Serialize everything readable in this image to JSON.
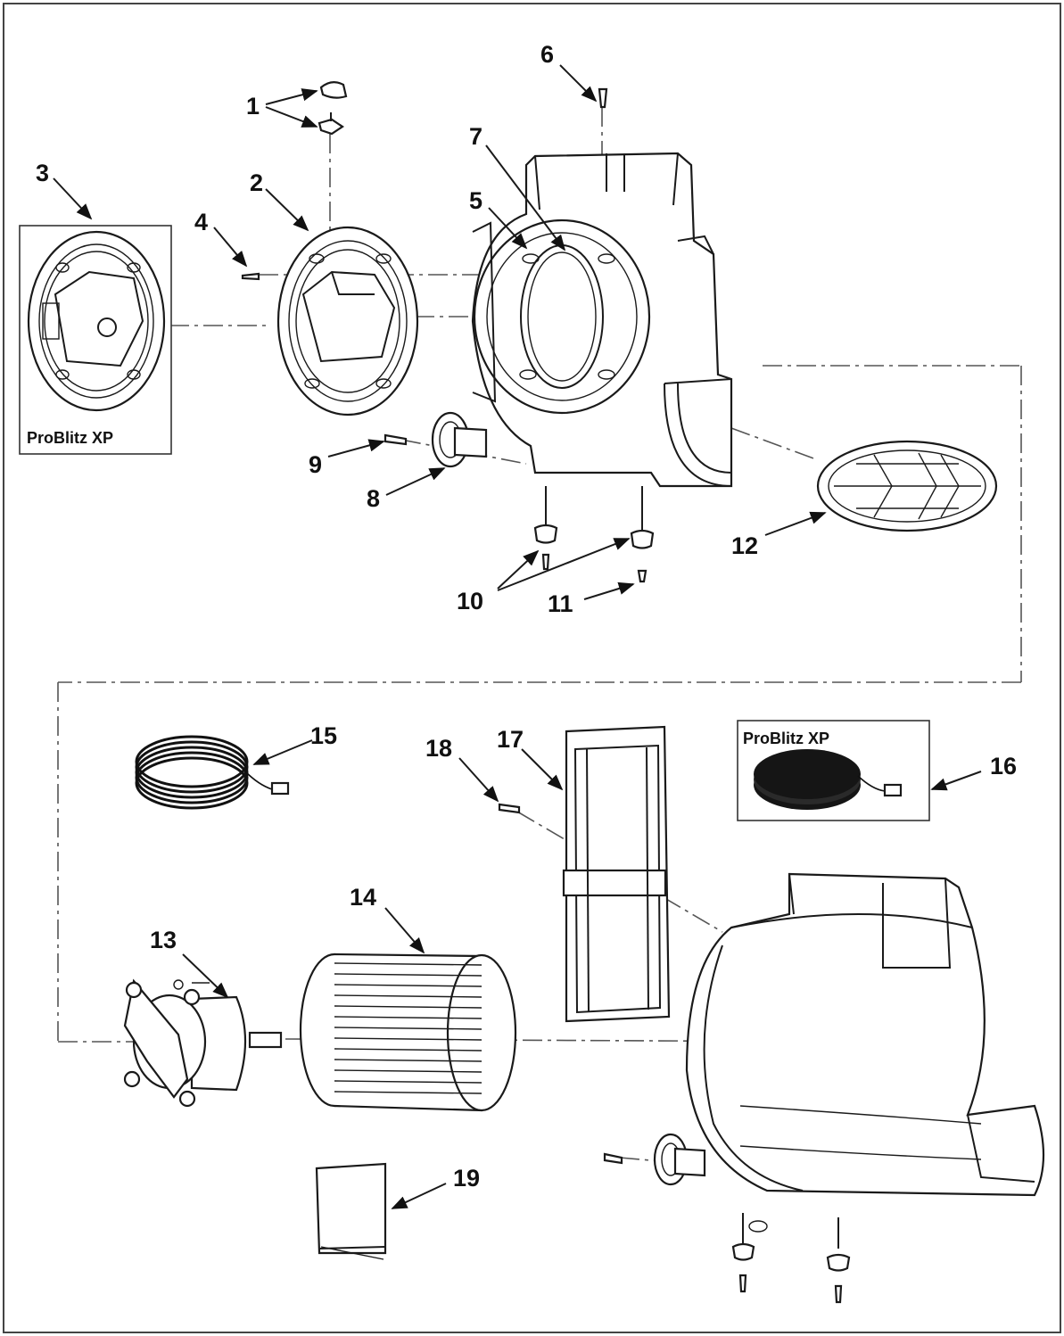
{
  "diagram": {
    "labels": {
      "p1": "1",
      "p2": "2",
      "p3": "3",
      "p4": "4",
      "p5": "5",
      "p6": "6",
      "p7": "7",
      "p8": "8",
      "p9": "9",
      "p10": "10",
      "p11": "11",
      "p12": "12",
      "p13": "13",
      "p14": "14",
      "p15": "15",
      "p16": "16",
      "p17": "17",
      "p18": "18",
      "p19": "19"
    },
    "inset_boxes": {
      "motor_plate": "ProBlitz XP",
      "power_cord": "ProBlitz XP"
    }
  }
}
